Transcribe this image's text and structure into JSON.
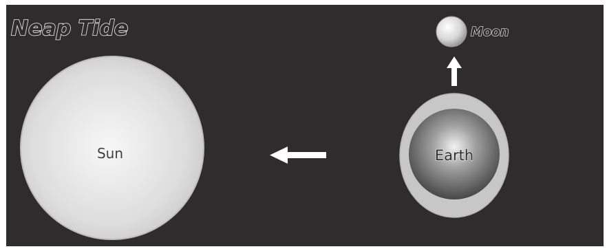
{
  "diagram": {
    "title": "Neap Tide",
    "sun_label": "Sun",
    "earth_label": "Earth",
    "moon_label": "Moon"
  },
  "colors": {
    "background": "#2f2c2d",
    "sun": "#d9d9d9",
    "tidal_bulge": "#c9c9c9",
    "earth_core": "#666666",
    "moon": "#dcdcdc",
    "arrow": "#ffffff"
  },
  "icons": {
    "sun_direction_arrow": "arrow-left-icon",
    "moon_direction_arrow": "arrow-up-icon"
  }
}
